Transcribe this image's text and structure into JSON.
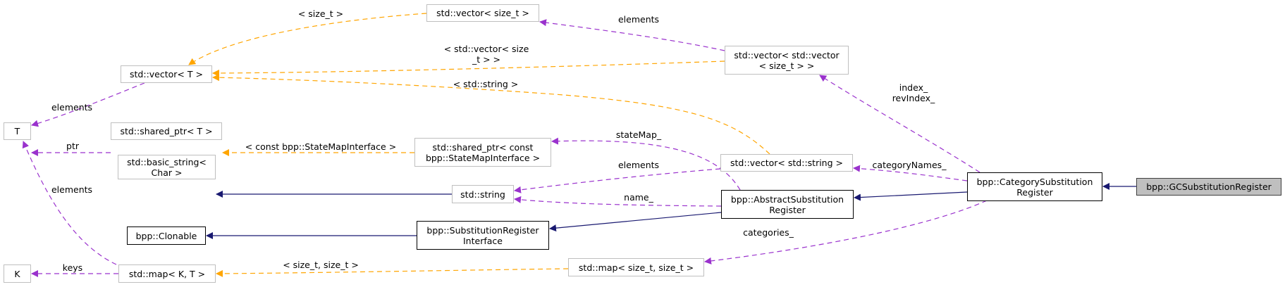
{
  "colors": {
    "inheritance": "#191970",
    "usage": "#9a32cd",
    "template": "#ffa500",
    "external_border": "#bfbfbf",
    "focus_fill": "#bfbfbf"
  },
  "nodes": {
    "vector_size_t": "std::vector< size_t >",
    "vector_vector": "std::vector< std::vector\n< size_t > >",
    "vector_T": "std::vector< T >",
    "T": "T",
    "shared_ptr_T": "std::shared_ptr< T >",
    "shared_ptr_const": "std::shared_ptr< const\n bpp::StateMapInterface >",
    "vector_string": "std::vector< std::string >",
    "basic_string": "std::basic_string<\nChar >",
    "string": "std::string",
    "abstract_reg": "bpp::AbstractSubstitution\nRegister",
    "category_reg": "bpp::CategorySubstitution\nRegister",
    "gc_reg": "bpp::GCSubstitutionRegister",
    "clonable": "bpp::Clonable",
    "sub_reg_iface": "bpp::SubstitutionRegister\nInterface",
    "K": "K",
    "map_KT": "std::map< K, T >",
    "map_size_t": "std::map< size_t, size_t >"
  },
  "edge_labels": {
    "size_t": "< size_t >",
    "elements_vss": "elements",
    "vector_size_t": "< std::vector< size\n_t > >",
    "std_string": "< std::string >",
    "index": "index_\nrevIndex_",
    "elements_vT": "elements",
    "ptr": "ptr",
    "const_statemap": "< const bpp::StateMapInterface >",
    "stateMap": "stateMap_",
    "elements_vs": "elements",
    "categoryNames": "categoryNames_",
    "name": "name_",
    "elements_map": "elements",
    "categories": "categories_",
    "keys": "keys",
    "size_t_pair": "< size_t, size_t >"
  }
}
